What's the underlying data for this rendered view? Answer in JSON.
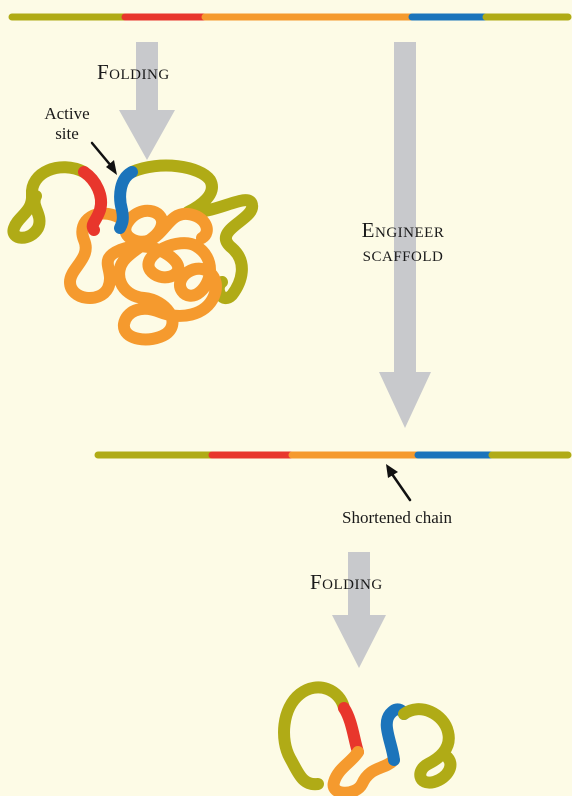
{
  "labels": {
    "folding_top": "Folding",
    "active_site_line1": "Active",
    "active_site_line2": "site",
    "engineer_line1": "Engineer",
    "engineer_line2": "scaffold",
    "shortened_chain": "Shortened chain",
    "folding_bottom": "Folding"
  },
  "colors": {
    "background": "#fdfbe6",
    "scaffold": "#b0ab16",
    "red_segment": "#e8362c",
    "orange_segment": "#f59a2e",
    "blue_segment": "#1b74bb",
    "arrow": "#c8c9cc",
    "pointer": "#111111"
  }
}
